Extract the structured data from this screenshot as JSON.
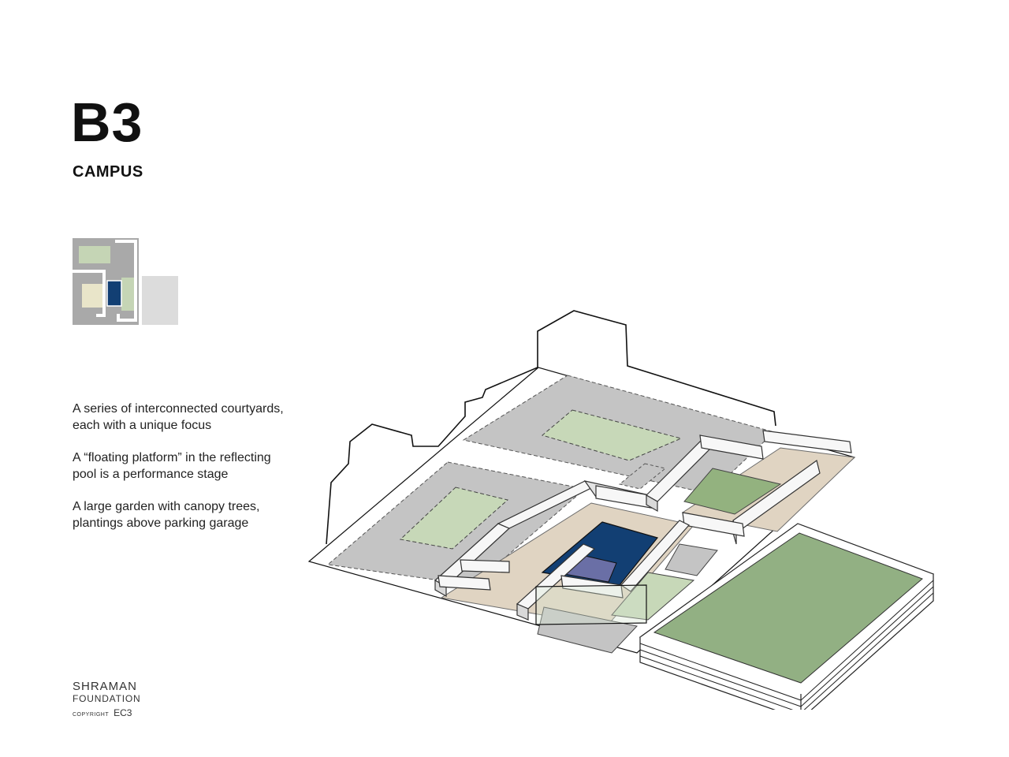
{
  "header": {
    "code": "B3",
    "subtitle": "CAMPUS"
  },
  "description": {
    "paragraphs": [
      "A series of interconnected courtyards, each with a unique focus",
      "A “floating platform” in the reflecting pool is a performance stage",
      "A large garden with canopy trees, plantings above parking garage"
    ]
  },
  "footer": {
    "org_line1": "SHRAMAN",
    "org_line2": "FOUNDATION",
    "copyright_label": "COPYRIGHT",
    "copyright_holder": "EC3"
  },
  "colors": {
    "paving_gray": "#c4c4c4",
    "garden_green": "#c7d8b8",
    "lawn_green": "#93b27f",
    "pool_blue": "#123f73",
    "stage_purple": "#6a6fa6",
    "terrace_tan": "#e0d4c2",
    "building_white": "#f7f7f7",
    "garage_green": "#92b083"
  }
}
